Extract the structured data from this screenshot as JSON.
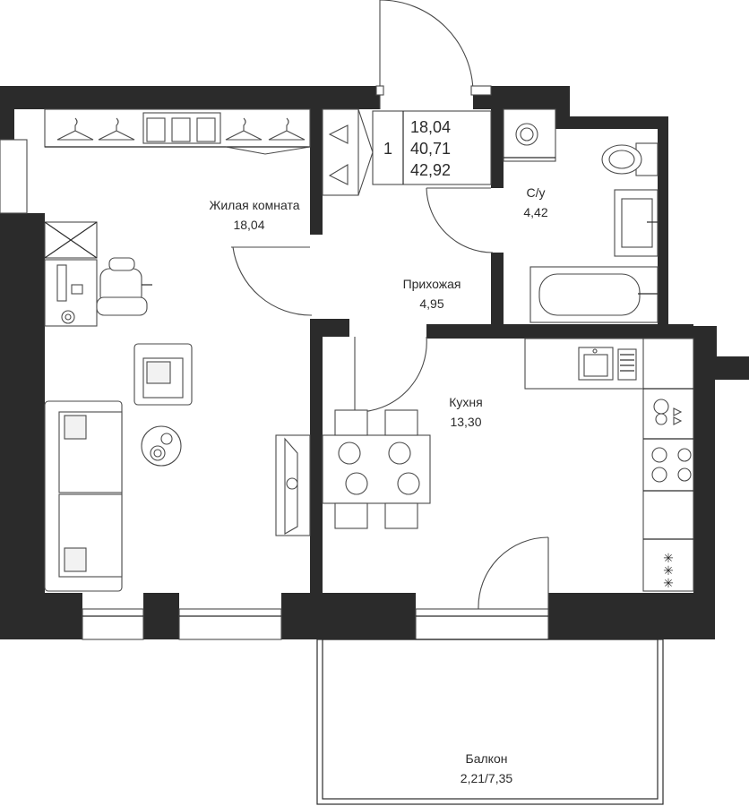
{
  "info_box": {
    "rooms": "1",
    "living_area": "18,04",
    "total_area": "40,71",
    "total_with_balcony": "42,92"
  },
  "rooms": {
    "living": {
      "name": "Жилая комната",
      "area": "18,04"
    },
    "hall": {
      "name": "Прихожая",
      "area": "4,95"
    },
    "bathroom": {
      "name": "С/у",
      "area": "4,42"
    },
    "kitchen": {
      "name": "Кухня",
      "area": "13,30"
    },
    "balcony": {
      "name": "Балкон",
      "area": "2,21/7,35"
    }
  },
  "colors": {
    "wall": "#2b2b2b",
    "line": "#4a4a4a",
    "background": "#ffffff"
  },
  "icons": [
    "hanger-icon",
    "door-swing-icon",
    "washing-machine-icon",
    "toilet-icon",
    "sink-icon",
    "bathtub-icon",
    "stove-icon",
    "chair-icon",
    "table-icon",
    "sofa-icon",
    "desk-icon"
  ]
}
